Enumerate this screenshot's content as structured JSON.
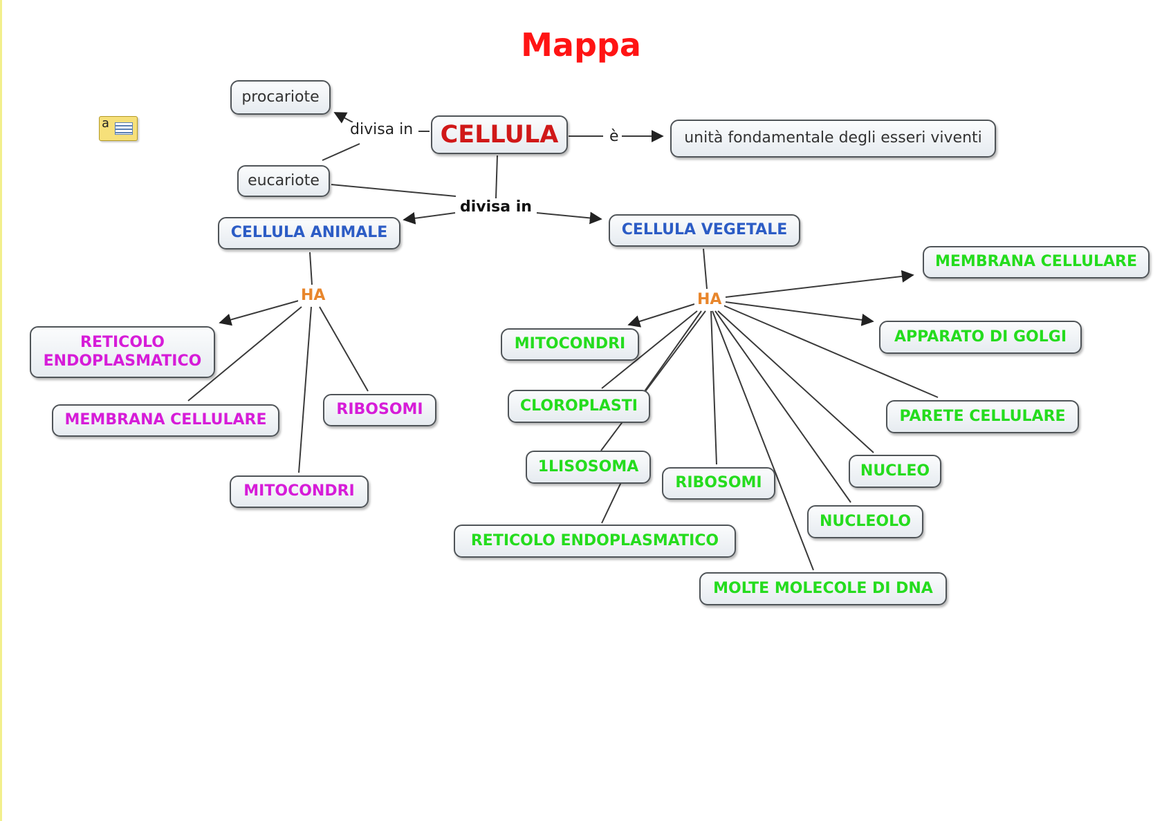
{
  "title": "Mappa",
  "nodes": {
    "cellula": "CELLULA",
    "procariote": "procariote",
    "eucariote": "eucariote",
    "unita": "unità fondamentale degli esseri viventi",
    "animale": "CELLULA ANIMALE",
    "vegetale": "CELLULA VEGETALE",
    "animal_parts": {
      "reticolo": "RETICOLO ENDOPLASMATICO",
      "membrana": "MEMBRANA CELLULARE",
      "ribosomi": "RIBOSOMI",
      "mitocondri": "MITOCONDRI"
    },
    "plant_parts": {
      "membrana": "MEMBRANA CELLULARE",
      "golgi": "APPARATO DI GOLGI",
      "mitocondri": "MITOCONDRI",
      "cloroplasti": "CLOROPLASTI",
      "parete": "PARETE CELLULARE",
      "lisosoma": "1LISOSOMA",
      "ribosomi": "RIBOSOMI",
      "nucleo": "NUCLEO",
      "nucleolo": "NUCLEOLO",
      "reticolo": "RETICOLO ENDOPLASMATICO",
      "dna": "MOLTE MOLECOLE DI DNA"
    }
  },
  "links": {
    "divisa_in_1": "divisa in",
    "e": "è",
    "divisa_in_2": "divisa in",
    "ha_animale": "HA",
    "ha_vegetale": "HA"
  },
  "colors": {
    "title": "#ff1414",
    "root": "#d01818",
    "blue": "#2c5cc5",
    "magenta": "#d61cd8",
    "green": "#25dc1e",
    "ha": "#e8862c"
  },
  "icons": {
    "note": "note-icon"
  }
}
